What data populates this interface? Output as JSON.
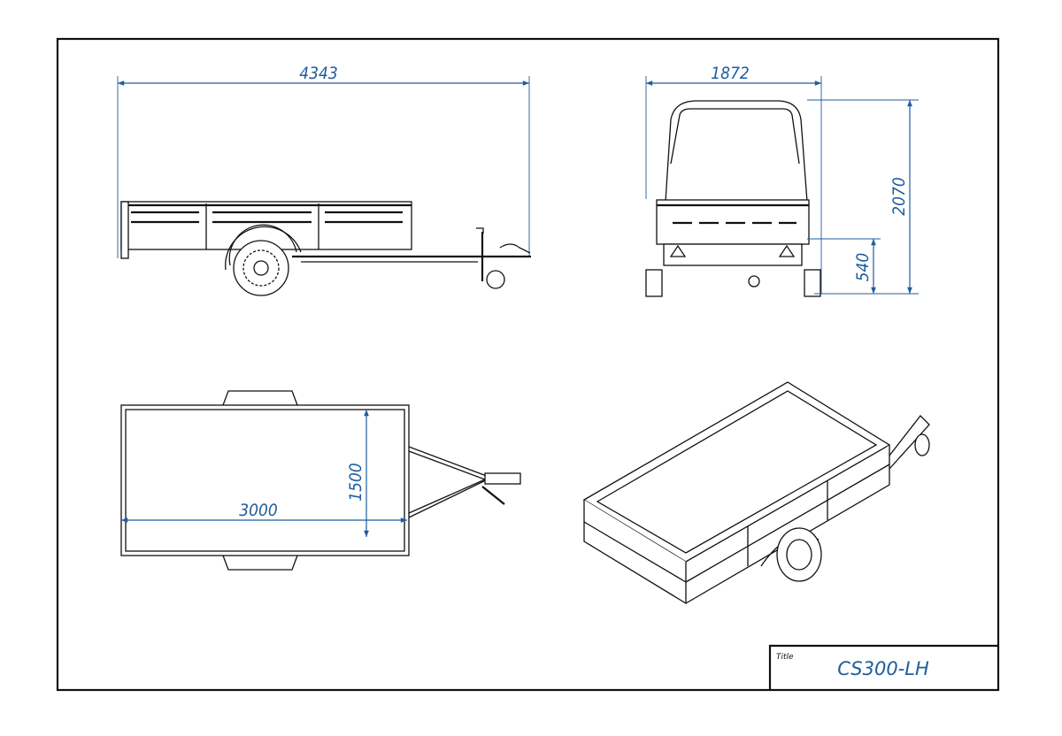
{
  "dimensions": {
    "side_length": "4343",
    "rear_width": "1872",
    "rear_height": "2070",
    "rear_floor_height": "540",
    "top_length": "3000",
    "top_width": "1500"
  },
  "title_block": {
    "label": "Title",
    "value": "CS300-LH"
  },
  "colors": {
    "dimension": "#1f5d9c",
    "line": "#111111"
  }
}
